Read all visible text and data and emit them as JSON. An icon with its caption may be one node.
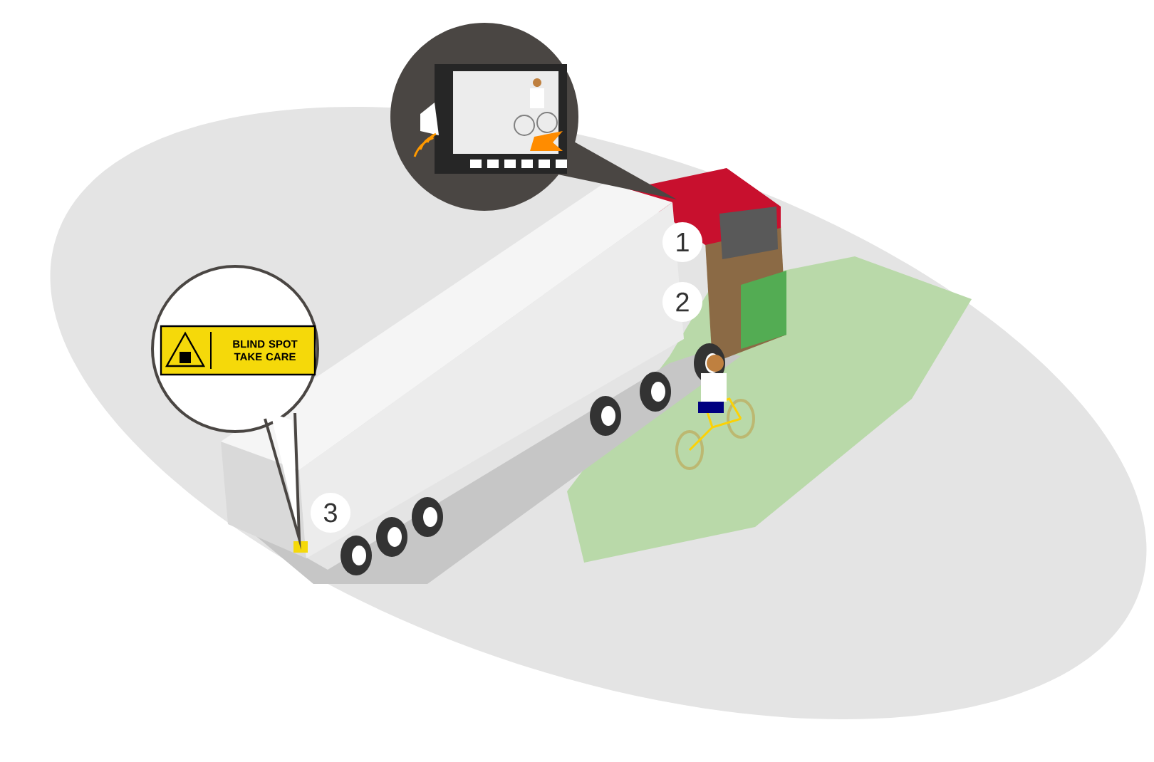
{
  "diagram": {
    "nodes": [
      {
        "text": [
          "1"
        ]
      },
      {
        "text": [
          "2"
        ]
      },
      {
        "text": [
          "BLIND SPOT TAKE CARE"
        ]
      },
      {
        "text": [
          "3"
        ]
      }
    ]
  }
}
